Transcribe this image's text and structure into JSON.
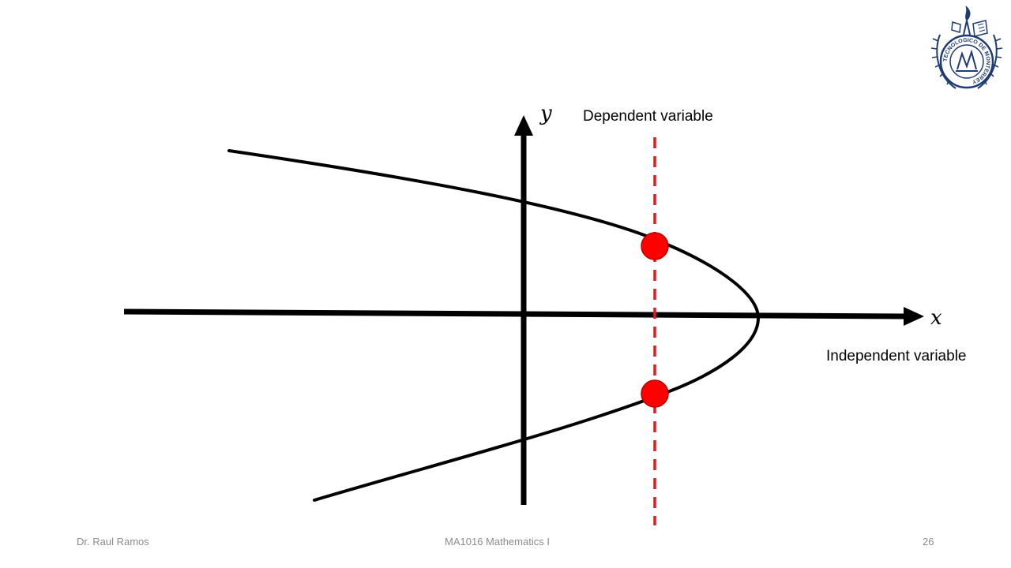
{
  "diagram": {
    "y_axis_label": "y",
    "x_axis_label": "x",
    "dependent_label": "Dependent variable",
    "independent_label": "Independent variable"
  },
  "footer": {
    "author": "Dr. Raul Ramos",
    "course": "MA1016 Mathematics I",
    "page": "26"
  },
  "logo": {
    "icon": "tecnologico-de-monterrey-seal-icon",
    "text": "TECNOLOGICO DE MONTERREY",
    "color": "#1f3b73"
  },
  "colors": {
    "curve": "#000000",
    "axes": "#000000",
    "vertical_line": "#e8191a",
    "points": "#ff0000",
    "point_outline": "#b30000"
  }
}
